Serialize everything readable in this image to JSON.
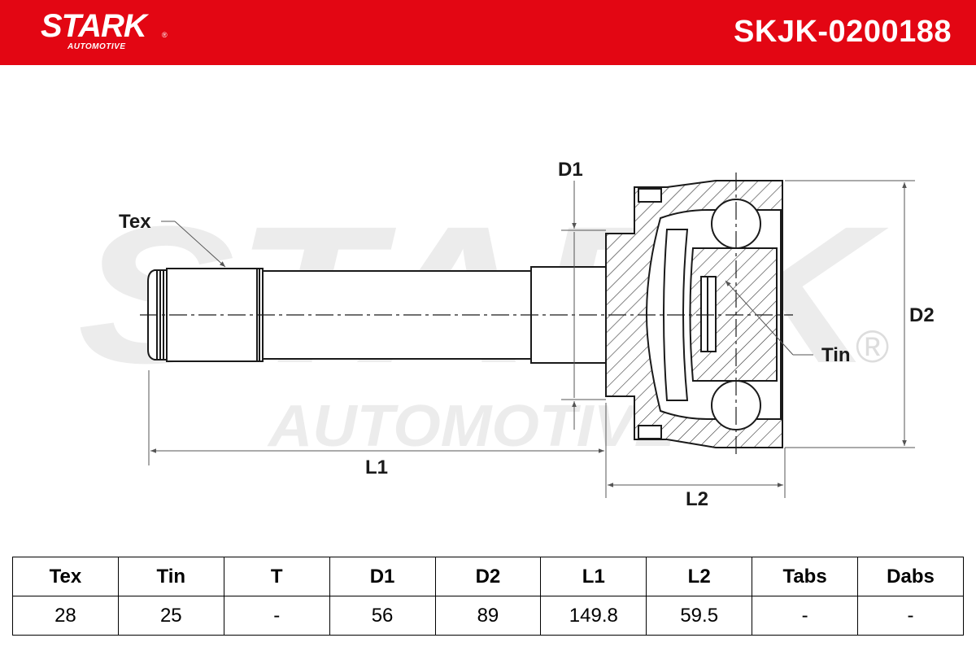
{
  "header": {
    "brand": "STARK",
    "brand_sub": "AUTOMOTIVE",
    "registered_mark": "®",
    "part_number": "SKJK-0200188"
  },
  "watermark": {
    "line1": "STARK",
    "line2": "AUTOMOTIVE",
    "registered_mark": "®"
  },
  "diagram": {
    "labels": {
      "tex": "Tex",
      "tin": "Tin",
      "d1": "D1",
      "d2": "D2",
      "l1": "L1",
      "l2": "L2"
    }
  },
  "specs": {
    "headers": [
      "Tex",
      "Tin",
      "T",
      "D1",
      "D2",
      "L1",
      "L2",
      "Tabs",
      "Dabs"
    ],
    "values": [
      "28",
      "25",
      "-",
      "56",
      "89",
      "149.8",
      "59.5",
      "-",
      "-"
    ]
  },
  "colors": {
    "brand_red": "#e30613",
    "watermark_gray": "#ececec",
    "line": "#1a1a1a"
  }
}
